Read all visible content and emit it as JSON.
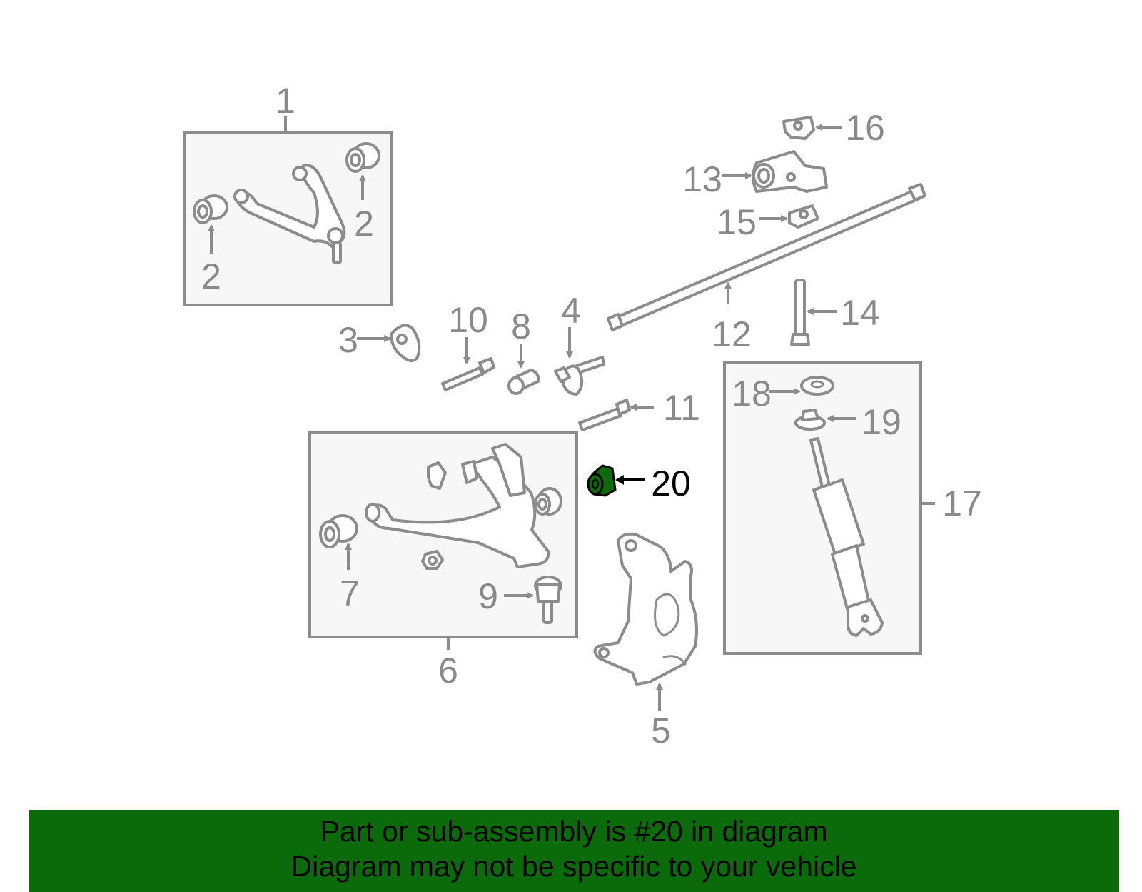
{
  "colors": {
    "line": "#8c8c8c",
    "label": "#8a8a8a",
    "highlight_part": "#0b6b0b",
    "banner_background": "#0b6b0b",
    "banner_text": "#000000"
  },
  "callouts": {
    "c1": "1",
    "c2a": "2",
    "c2b": "2",
    "c3": "3",
    "c4": "4",
    "c5": "5",
    "c6": "6",
    "c7": "7",
    "c8": "8",
    "c9": "9",
    "c10": "10",
    "c11": "11",
    "c12": "12",
    "c13": "13",
    "c14": "14",
    "c15": "15",
    "c16": "16",
    "c17": "17",
    "c18": "18",
    "c19": "19",
    "c20": "20"
  },
  "highlighted_part": "20",
  "banner": {
    "line1": "Part or sub-assembly is #20 in diagram",
    "line2": "Diagram may not be specific to your vehicle"
  }
}
